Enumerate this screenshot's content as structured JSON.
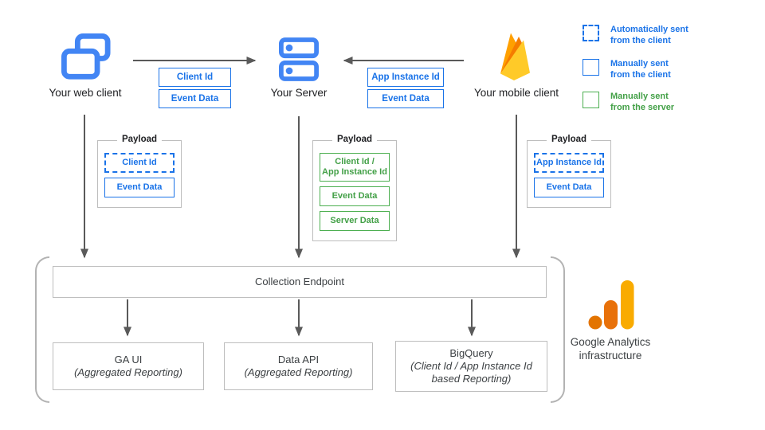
{
  "nodes": {
    "web_client": {
      "label": "Your web client"
    },
    "server": {
      "label": "Your Server"
    },
    "mobile_client": {
      "label": "Your mobile client"
    }
  },
  "flow_tags": {
    "web_to_server": [
      "Client Id",
      "Event Data"
    ],
    "mobile_to_server": [
      "App Instance Id",
      "Event Data"
    ]
  },
  "legend": {
    "items": [
      {
        "line1": "Automatically sent",
        "line2": "from the client",
        "style": "dashed-blue"
      },
      {
        "line1": "Manually sent",
        "line2": "from the client",
        "style": "solid-blue"
      },
      {
        "line1": "Manually sent",
        "line2": "from the server",
        "style": "solid-green"
      }
    ]
  },
  "payloads": [
    {
      "title": "Payload",
      "items": [
        {
          "lines": [
            "Client Id"
          ],
          "style": "dashed-blue"
        },
        {
          "lines": [
            "Event Data"
          ],
          "style": "solid-blue"
        }
      ]
    },
    {
      "title": "Payload",
      "items": [
        {
          "lines": [
            "Client Id /",
            "App Instance Id"
          ],
          "style": "solid-green"
        },
        {
          "lines": [
            "Event Data"
          ],
          "style": "solid-green"
        },
        {
          "lines": [
            "Server Data"
          ],
          "style": "solid-green"
        }
      ]
    },
    {
      "title": "Payload",
      "items": [
        {
          "lines": [
            "App Instance Id"
          ],
          "style": "dashed-blue"
        },
        {
          "lines": [
            "Event Data"
          ],
          "style": "solid-blue"
        }
      ]
    }
  ],
  "infrastructure": {
    "collection_endpoint": "Collection Endpoint",
    "outputs": [
      {
        "title": "GA UI",
        "subtitle": "(Aggregated Reporting)"
      },
      {
        "title": "Data API",
        "subtitle": "(Aggregated Reporting)"
      },
      {
        "title": "BigQuery",
        "subtitle": "(Client Id / App Instance Id based Reporting)"
      }
    ],
    "ga_logo_label": {
      "line1": "Google Analytics",
      "line2": "infrastructure"
    }
  },
  "colors": {
    "blue": "#1A73E8",
    "icon_blue": "#4285F4",
    "green_border": "#4CAF50",
    "green_text": "#43A047",
    "arrow_gray": "#5A5A5A",
    "box_border_gray": "#BDBDBD",
    "bracket_gray": "#B3B3B3",
    "text_dark": "#202124",
    "firebase_yellow": "#FFCA28",
    "firebase_orange": "#FFA000",
    "firebase_deep_orange": "#F57C00",
    "ga_amber": "#F9AB00",
    "ga_orange_dark": "#E37400",
    "ga_orange": "#E8710A"
  }
}
